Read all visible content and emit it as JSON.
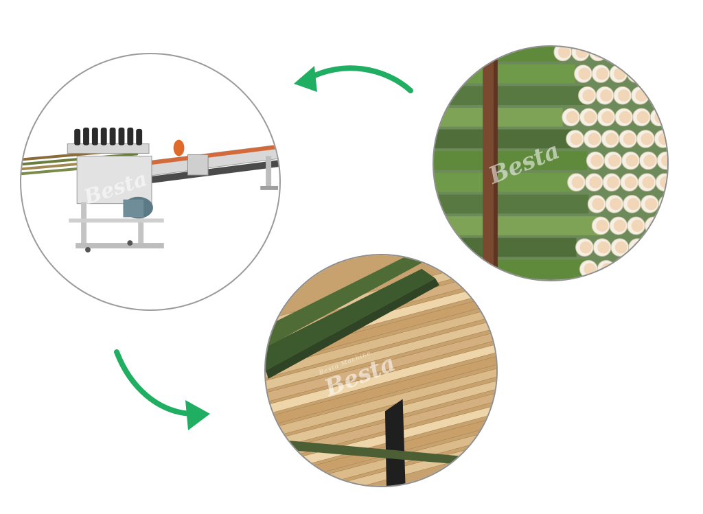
{
  "watermark": {
    "brand": "Besta",
    "tagline": "Besta Machine"
  },
  "colors": {
    "arrow_green": "#1fae62",
    "circle_border": "#9a9a9a",
    "bamboo_green": "#5f8a3c",
    "bamboo_inner": "#f2d6b8",
    "strip_tan": "#d9b98a"
  },
  "images": [
    {
      "id": "machine",
      "subject": "bamboo splitting machine"
    },
    {
      "id": "tubes",
      "subject": "cut bamboo tubes"
    },
    {
      "id": "strips",
      "subject": "split bamboo strips"
    }
  ]
}
